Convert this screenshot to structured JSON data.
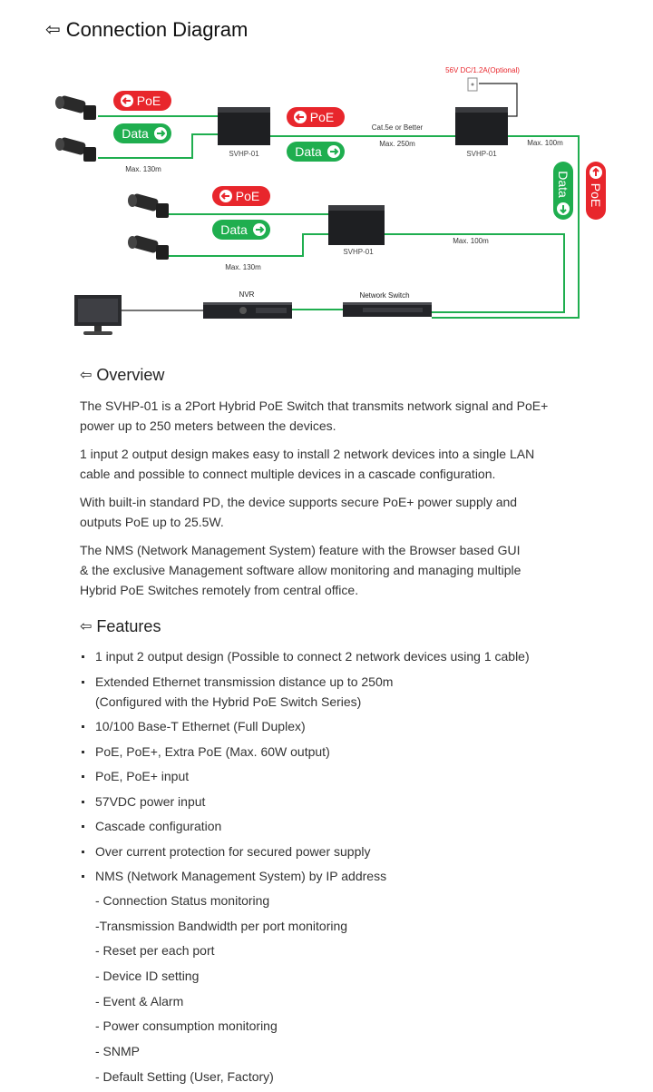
{
  "header": {
    "title": "Connection Diagram"
  },
  "diagram": {
    "poe_label": "PoE",
    "data_label": "Data",
    "device_label": "SVHP-01",
    "power_label": "56V DC/1.2A(Optional)",
    "cable_label": "Cat.5e or Better",
    "max_250": "Max. 250m",
    "max_130": "Max. 130m",
    "max_100": "Max. 100m",
    "nvr_label": "NVR",
    "switch_label": "Network Switch",
    "colors": {
      "green": "#1fae4f",
      "red": "#e8262c",
      "device": "#1e1f22"
    }
  },
  "overview": {
    "title": "Overview",
    "paragraphs": [
      [
        "The SVHP-01 is a 2Port Hybrid PoE Switch that transmits network signal and PoE+",
        "power up to 250 meters between the devices."
      ],
      [
        "1 input 2 output design makes easy to install 2 network devices into a single LAN",
        "cable and possible to connect multiple devices in a cascade configuration."
      ],
      [
        "With built-in standard PD, the device supports secure PoE+ power supply and",
        "outputs PoE up to 25.5W."
      ],
      [
        "The NMS (Network Management System) feature with the Browser based GUI",
        "& the exclusive Management software allow monitoring and managing multiple",
        "Hybrid PoE Switches remotely from central office."
      ]
    ]
  },
  "features": {
    "title": "Features",
    "items": [
      [
        "1 input 2 output design (Possible to connect 2 network devices using 1 cable)"
      ],
      [
        "Extended Ethernet transmission distance up to 250m",
        "(Configured with the Hybrid PoE Switch Series)"
      ],
      [
        "10/100 Base-T Ethernet (Full Duplex)"
      ],
      [
        "PoE, PoE+, Extra PoE (Max. 60W output)"
      ],
      [
        "PoE, PoE+ input"
      ],
      [
        "57VDC power input"
      ],
      [
        "Cascade configuration"
      ],
      [
        "Over current protection for secured power supply"
      ],
      [
        "NMS (Network Management System) by IP address"
      ]
    ],
    "sub_items": [
      "- Connection Status monitoring",
      "-Transmission Bandwidth per port monitoring",
      "- Reset per each port",
      "- Device ID setting",
      "- Event & Alarm",
      "- Power consumption monitoring",
      "- SNMP",
      "- Default Setting (User, Factory)"
    ]
  }
}
